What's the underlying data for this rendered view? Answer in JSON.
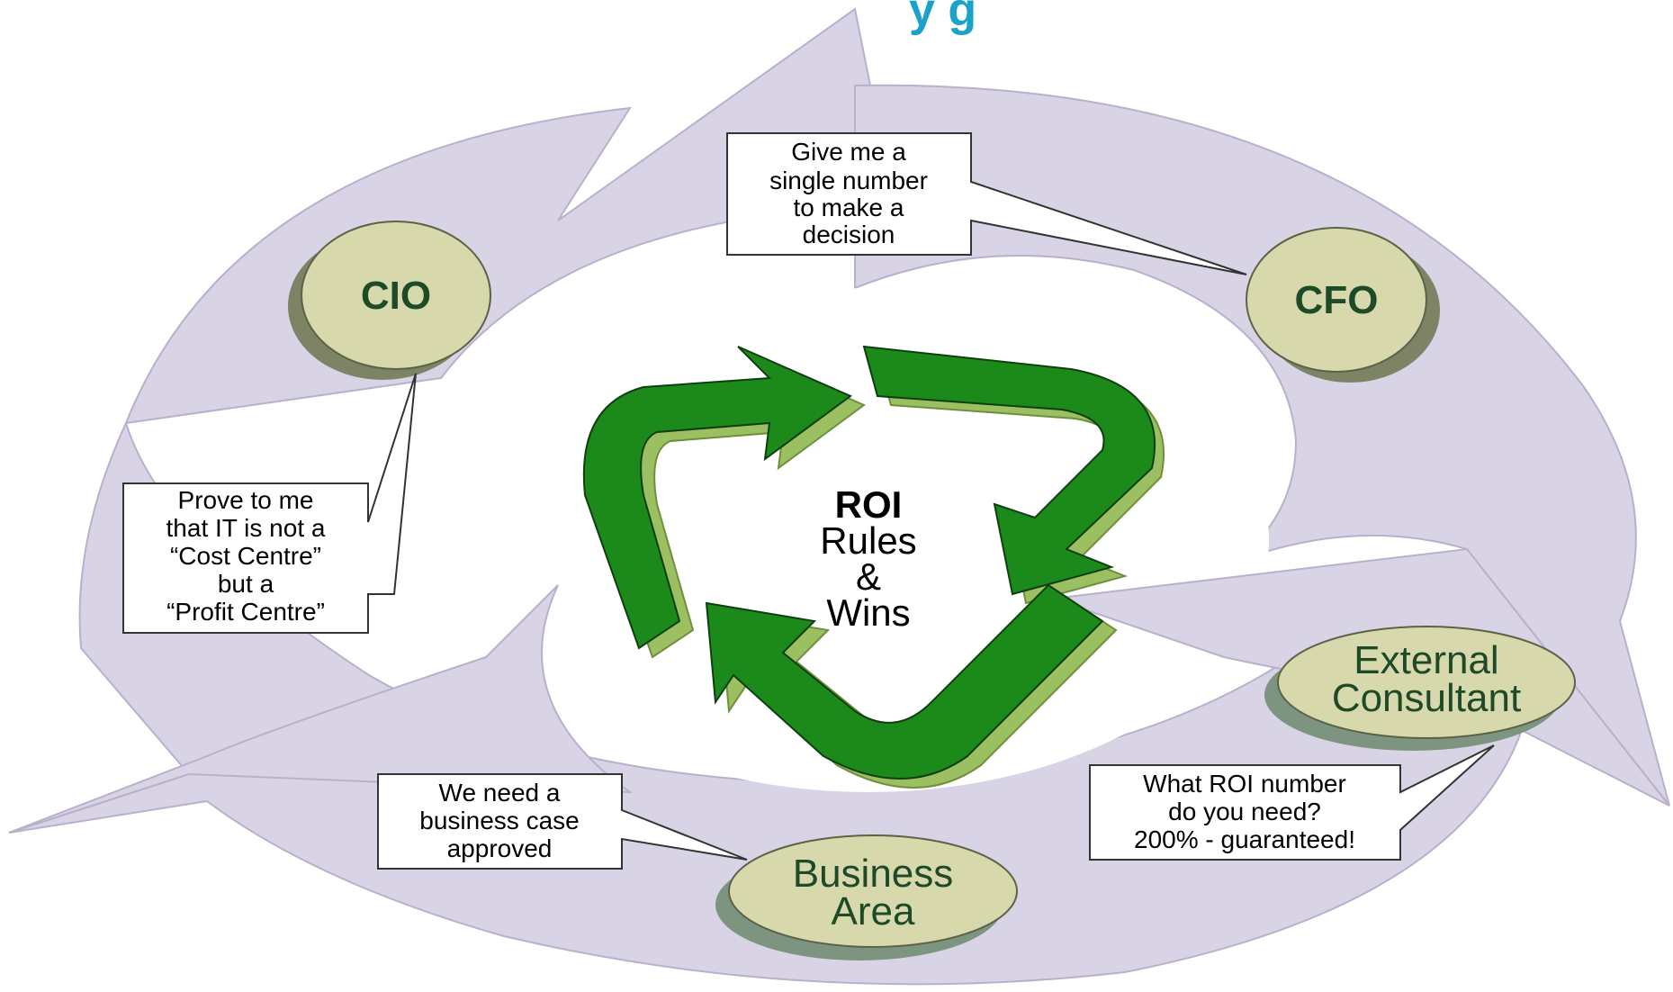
{
  "colors": {
    "ring": "#d9d3e6",
    "ring_stroke": "#b9b0cc",
    "node_fill": "#d7d9ad",
    "node_shadow": "#7d8466",
    "recycle_dark": "#1b8a1b",
    "recycle_light": "#9cbf62",
    "node_text": "#1f4a28",
    "title": "#1aa3c8"
  },
  "title": {
    "partial_text": "y                  g"
  },
  "center": {
    "line1": "ROI",
    "line2": "Rules",
    "line3": "&",
    "line4": "Wins",
    "icon": "recycle-arrows-icon"
  },
  "nodes": {
    "cio": {
      "label": "CIO"
    },
    "cfo": {
      "label": "CFO"
    },
    "external": {
      "line1": "External",
      "line2": "Consultant"
    },
    "business": {
      "line1": "Business",
      "line2": "Area"
    }
  },
  "callouts": {
    "cfo": [
      "Give me a",
      "single number",
      "to make a",
      "decision"
    ],
    "cio": [
      "Prove to me",
      "that IT is not a",
      "“Cost Centre”",
      "but a",
      "“Profit Centre”"
    ],
    "business": [
      "We need a",
      "business case",
      "approved"
    ],
    "external": [
      "What ROI number",
      "do you need?",
      "200% - guaranteed!"
    ]
  }
}
